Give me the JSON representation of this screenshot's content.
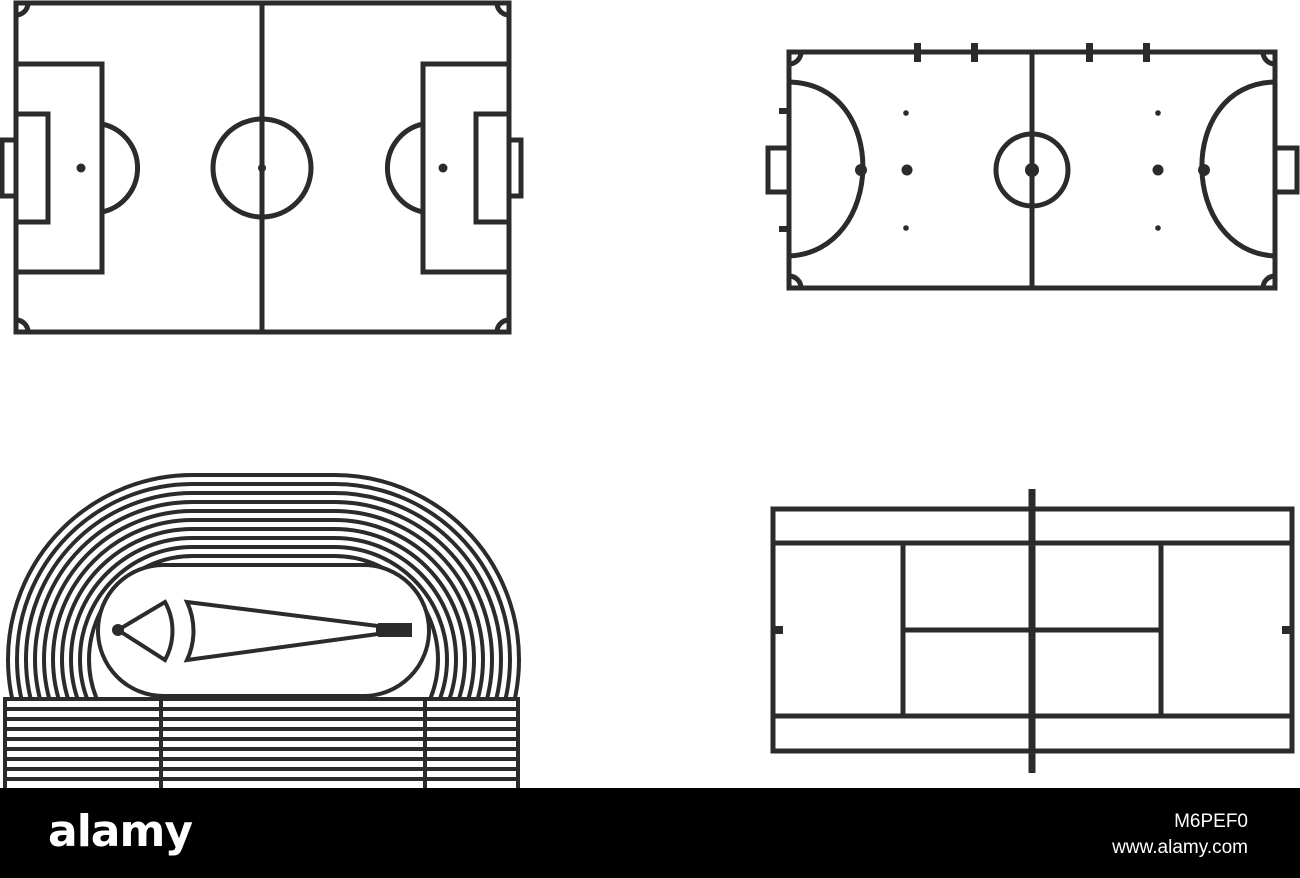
{
  "colors": {
    "line": "#2b2b2b",
    "background": "#ffffff",
    "footer": "#000000",
    "footer_text": "#ffffff"
  },
  "icons": [
    "soccer-field-icon",
    "futsal-court-icon",
    "running-track-icon",
    "tennis-court-icon"
  ],
  "footer": {
    "logo": "alamy",
    "image_id": "M6PEF0",
    "site": "www.alamy.com"
  }
}
